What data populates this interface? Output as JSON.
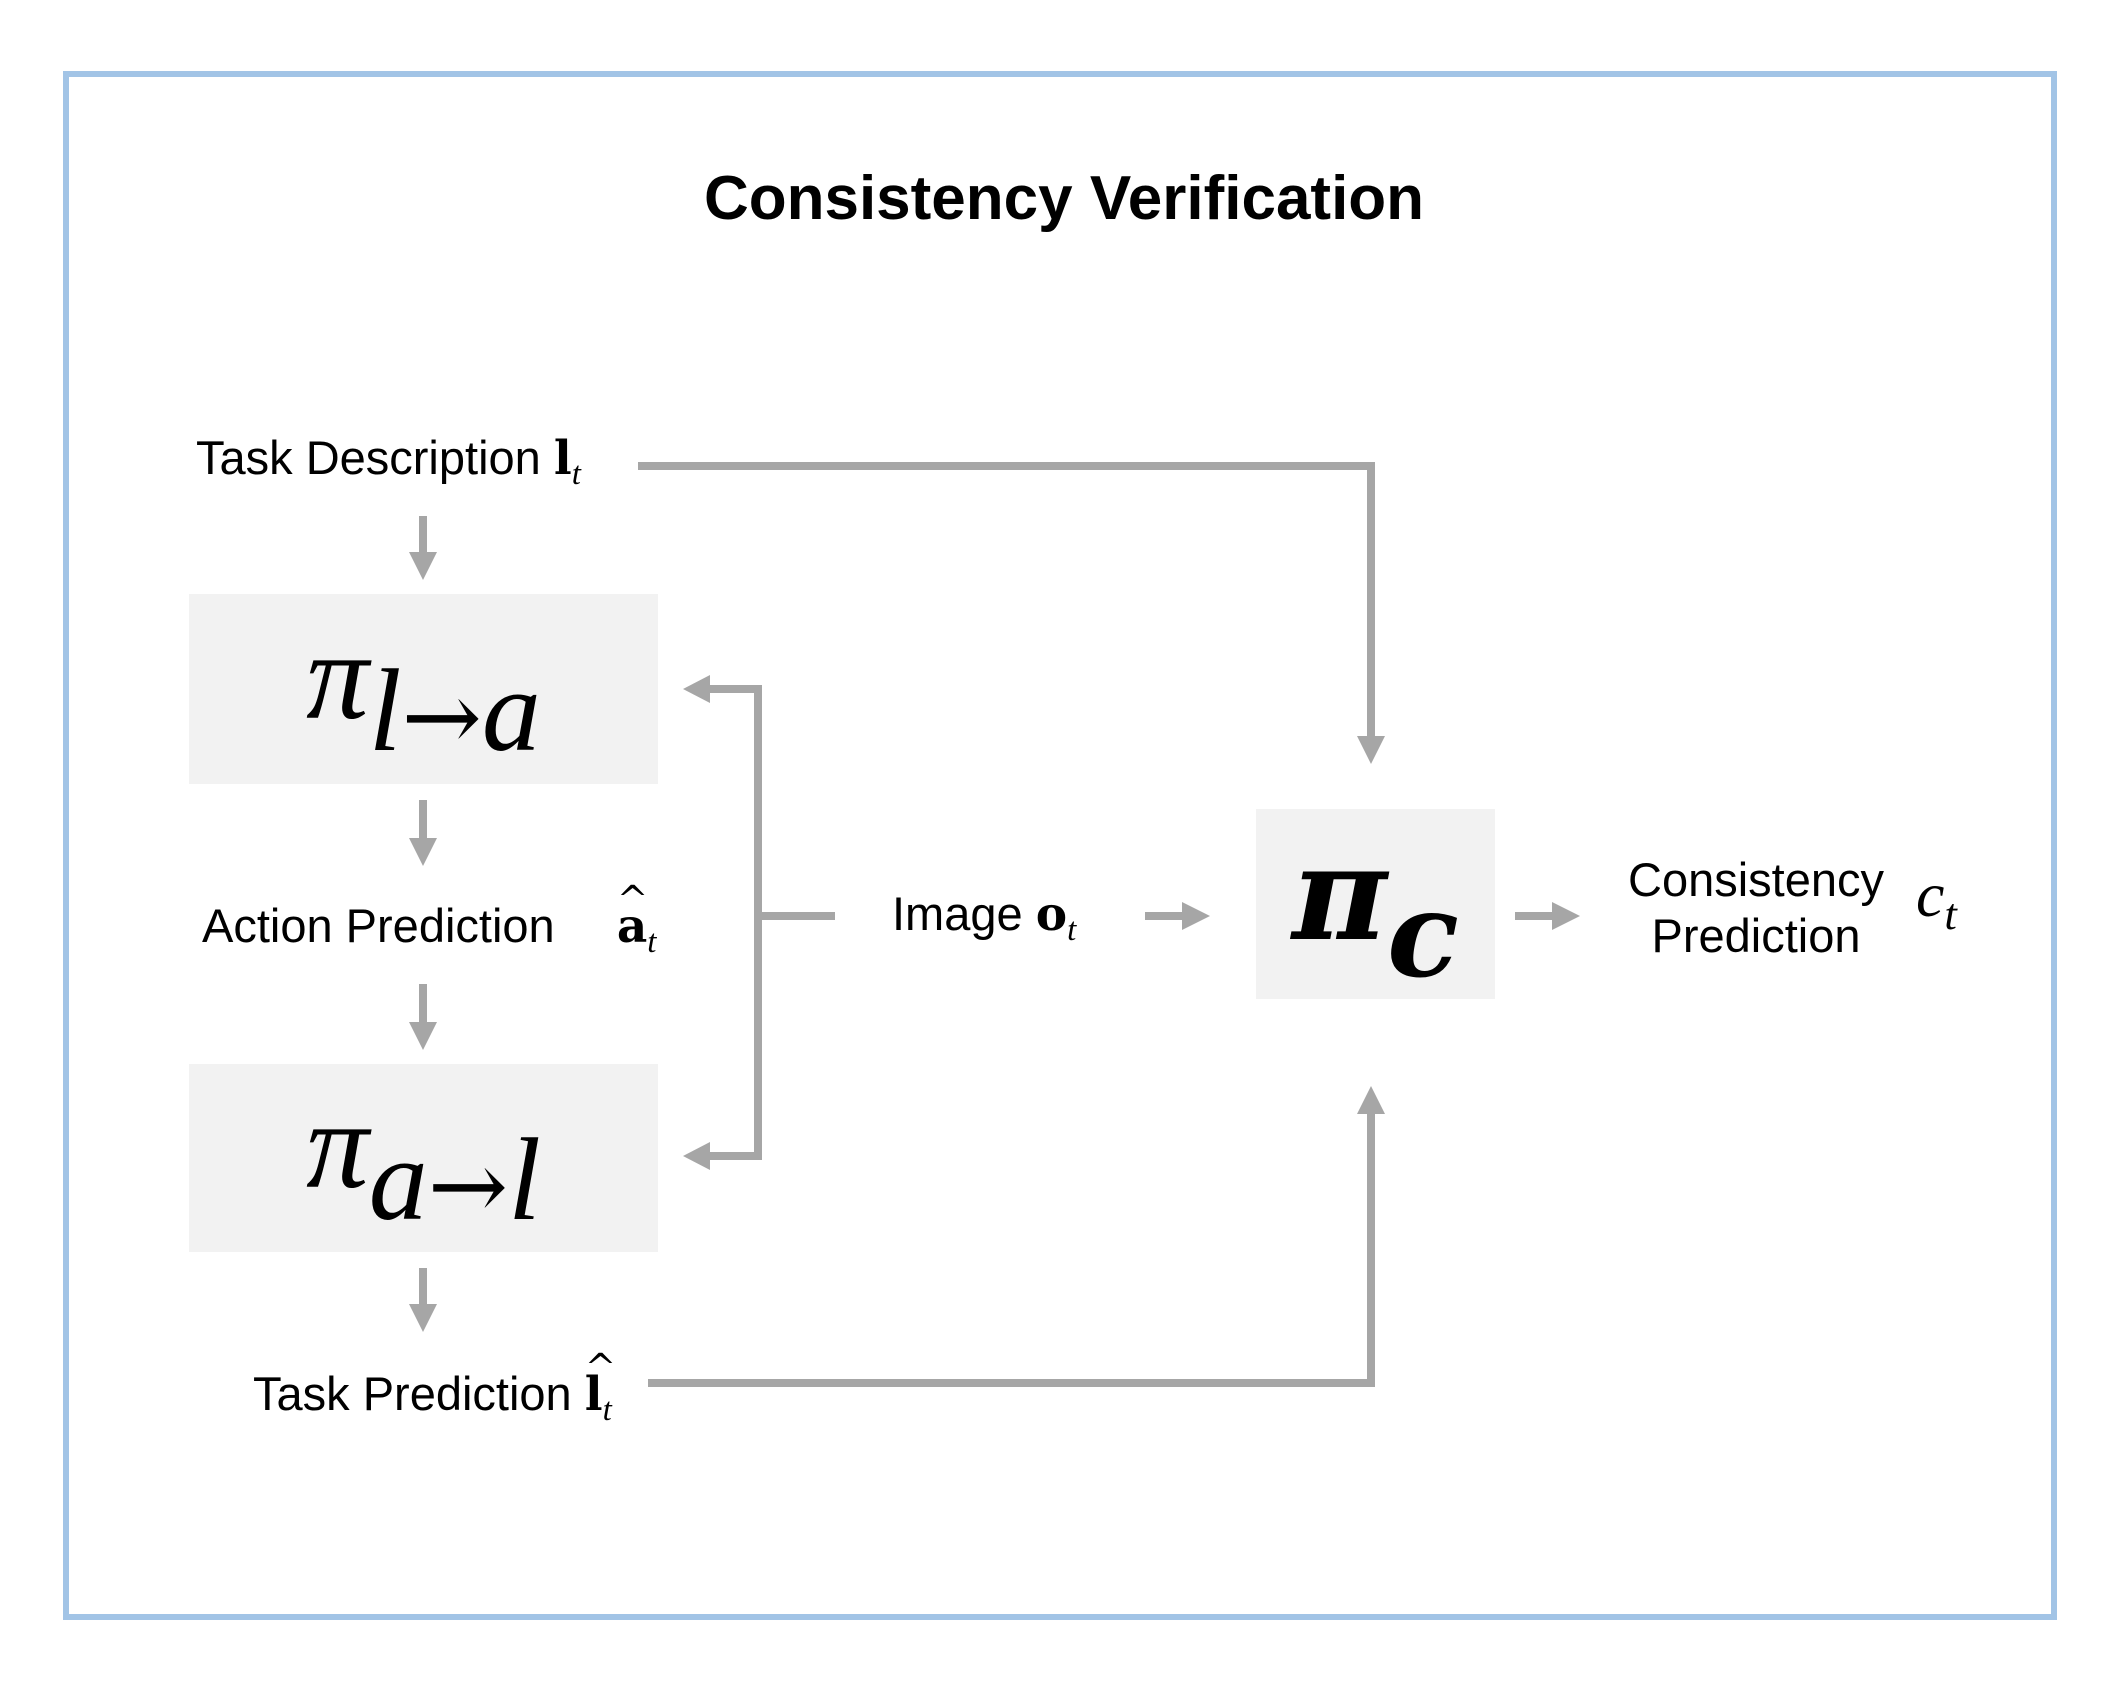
{
  "title": "Consistency Verification",
  "colors": {
    "frame_border": "#a2c4e6",
    "box_fill": "#f2f2f2",
    "connector": "#a6a6a6",
    "text": "#000000"
  },
  "nodes": {
    "task_description": {
      "text": "Task Description",
      "symbol": "l",
      "subscript": "t"
    },
    "policy_l_to_a": {
      "symbol": "π",
      "sub_from": "l",
      "arrow": "→",
      "sub_to": "a"
    },
    "action_prediction": {
      "text": "Action Prediction",
      "symbol": "a",
      "hat": "^",
      "subscript": "t"
    },
    "policy_a_to_l": {
      "symbol": "π",
      "sub_from": "a",
      "arrow": "→",
      "sub_to": "l"
    },
    "task_prediction": {
      "text": "Task Prediction",
      "symbol": "l",
      "hat": "^",
      "subscript": "t"
    },
    "image": {
      "text": "Image",
      "symbol": "o",
      "subscript": "t"
    },
    "policy_consistency": {
      "symbol": "π",
      "subscript": "c"
    },
    "consistency_prediction": {
      "line1": "Consistency",
      "line2": "Prediction",
      "symbol": "c",
      "subscript": "t"
    }
  },
  "edges": [
    {
      "from": "task_description",
      "to": "policy_l_to_a"
    },
    {
      "from": "policy_l_to_a",
      "to": "action_prediction"
    },
    {
      "from": "action_prediction",
      "to": "policy_a_to_l"
    },
    {
      "from": "policy_a_to_l",
      "to": "task_prediction"
    },
    {
      "from": "image",
      "to": "policy_l_to_a"
    },
    {
      "from": "image",
      "to": "policy_a_to_l"
    },
    {
      "from": "image",
      "to": "policy_consistency"
    },
    {
      "from": "task_description",
      "to": "policy_consistency"
    },
    {
      "from": "task_prediction",
      "to": "policy_consistency"
    },
    {
      "from": "policy_consistency",
      "to": "consistency_prediction"
    }
  ]
}
